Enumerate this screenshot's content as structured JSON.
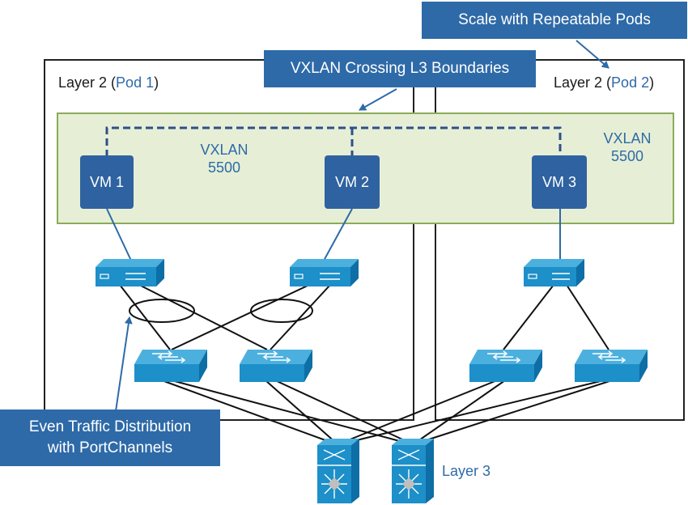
{
  "callouts": {
    "scale": "Scale with Repeatable Pods",
    "vxlan_crossing": "VXLAN Crossing L3 Boundaries",
    "even_traffic": "Even Traffic Distribution\nwith PortChannels"
  },
  "pods": [
    {
      "prefix": "Layer 2 (",
      "name": "Pod 1",
      "suffix": ")"
    },
    {
      "prefix": "Layer 2 (",
      "name": "Pod 2",
      "suffix": ")"
    }
  ],
  "vxlan_labels": [
    "VXLAN\n5500",
    "VXLAN\n5500"
  ],
  "vms": [
    "VM 1",
    "VM 2",
    "VM 3"
  ],
  "layer3_label": "Layer 3",
  "colors": {
    "callout_blue": "#2e6aa8",
    "vm_blue": "#2f62a0",
    "device_blue": "#1d8fc9",
    "vxlan_band_fill": "#e6efd5",
    "vxlan_band_border": "#8aab5a",
    "tunnel_dash": "#2e4f8a"
  },
  "icons": {
    "access_switch": "access-switch-icon",
    "aggregation_switch": "aggregation-switch-icon",
    "core_switch": "layer3-core-switch-icon"
  }
}
